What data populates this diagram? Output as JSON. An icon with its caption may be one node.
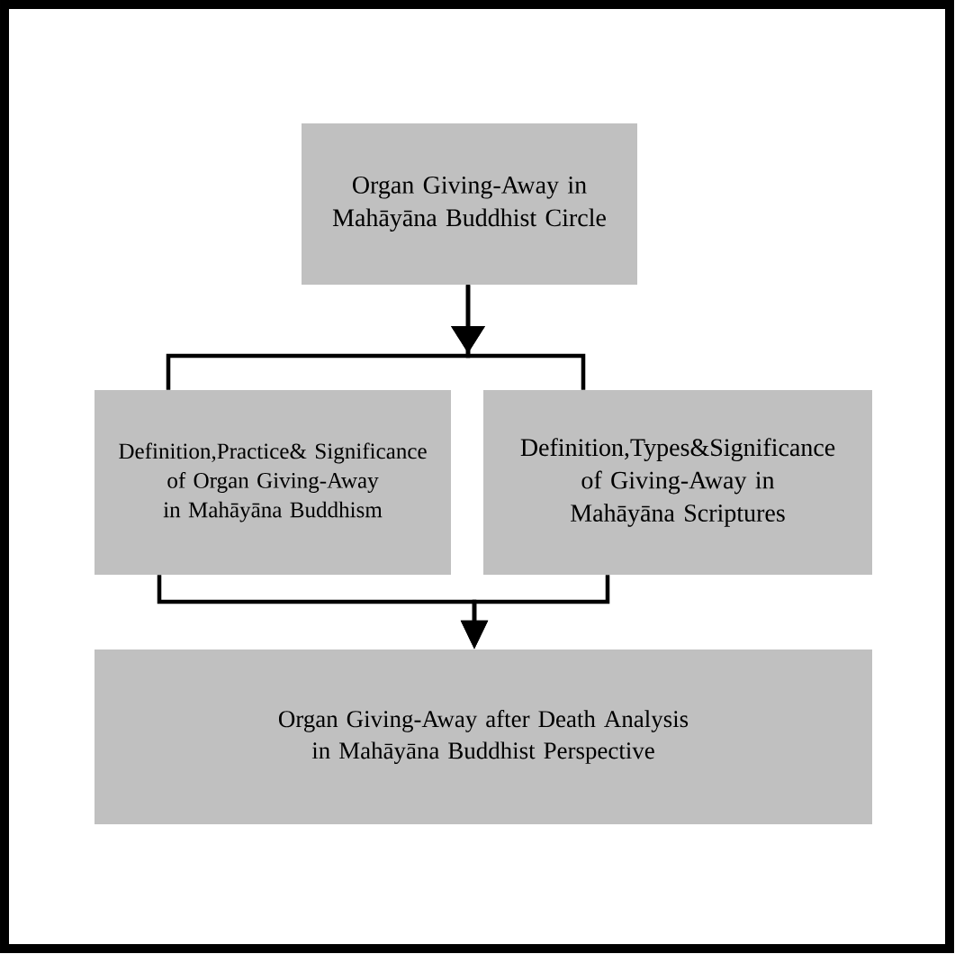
{
  "diagram": {
    "nodes": [
      {
        "text": [
          "Organ Giving-Away in Mahāyāna Buddhist Circle"
        ]
      },
      {
        "text": [
          "Definition,Practice& Significance of Organ Giving-Away in Mahāyāna Buddhism"
        ]
      },
      {
        "text": [
          "Definition,Types&Significance of Giving-Away in Mahāyāna Scriptures"
        ]
      },
      {
        "text": [
          "Organ Giving-Away after Death Analysis in Mahāyāna Buddhist Perspective"
        ]
      }
    ],
    "edges": [
      {
        "from": 0,
        "to": 1,
        "arrow": "to"
      },
      {
        "from": 0,
        "to": 2,
        "arrow": "to"
      },
      {
        "from": 1,
        "to": 3,
        "arrow": "to"
      },
      {
        "from": 2,
        "to": 3,
        "arrow": "to"
      }
    ]
  }
}
